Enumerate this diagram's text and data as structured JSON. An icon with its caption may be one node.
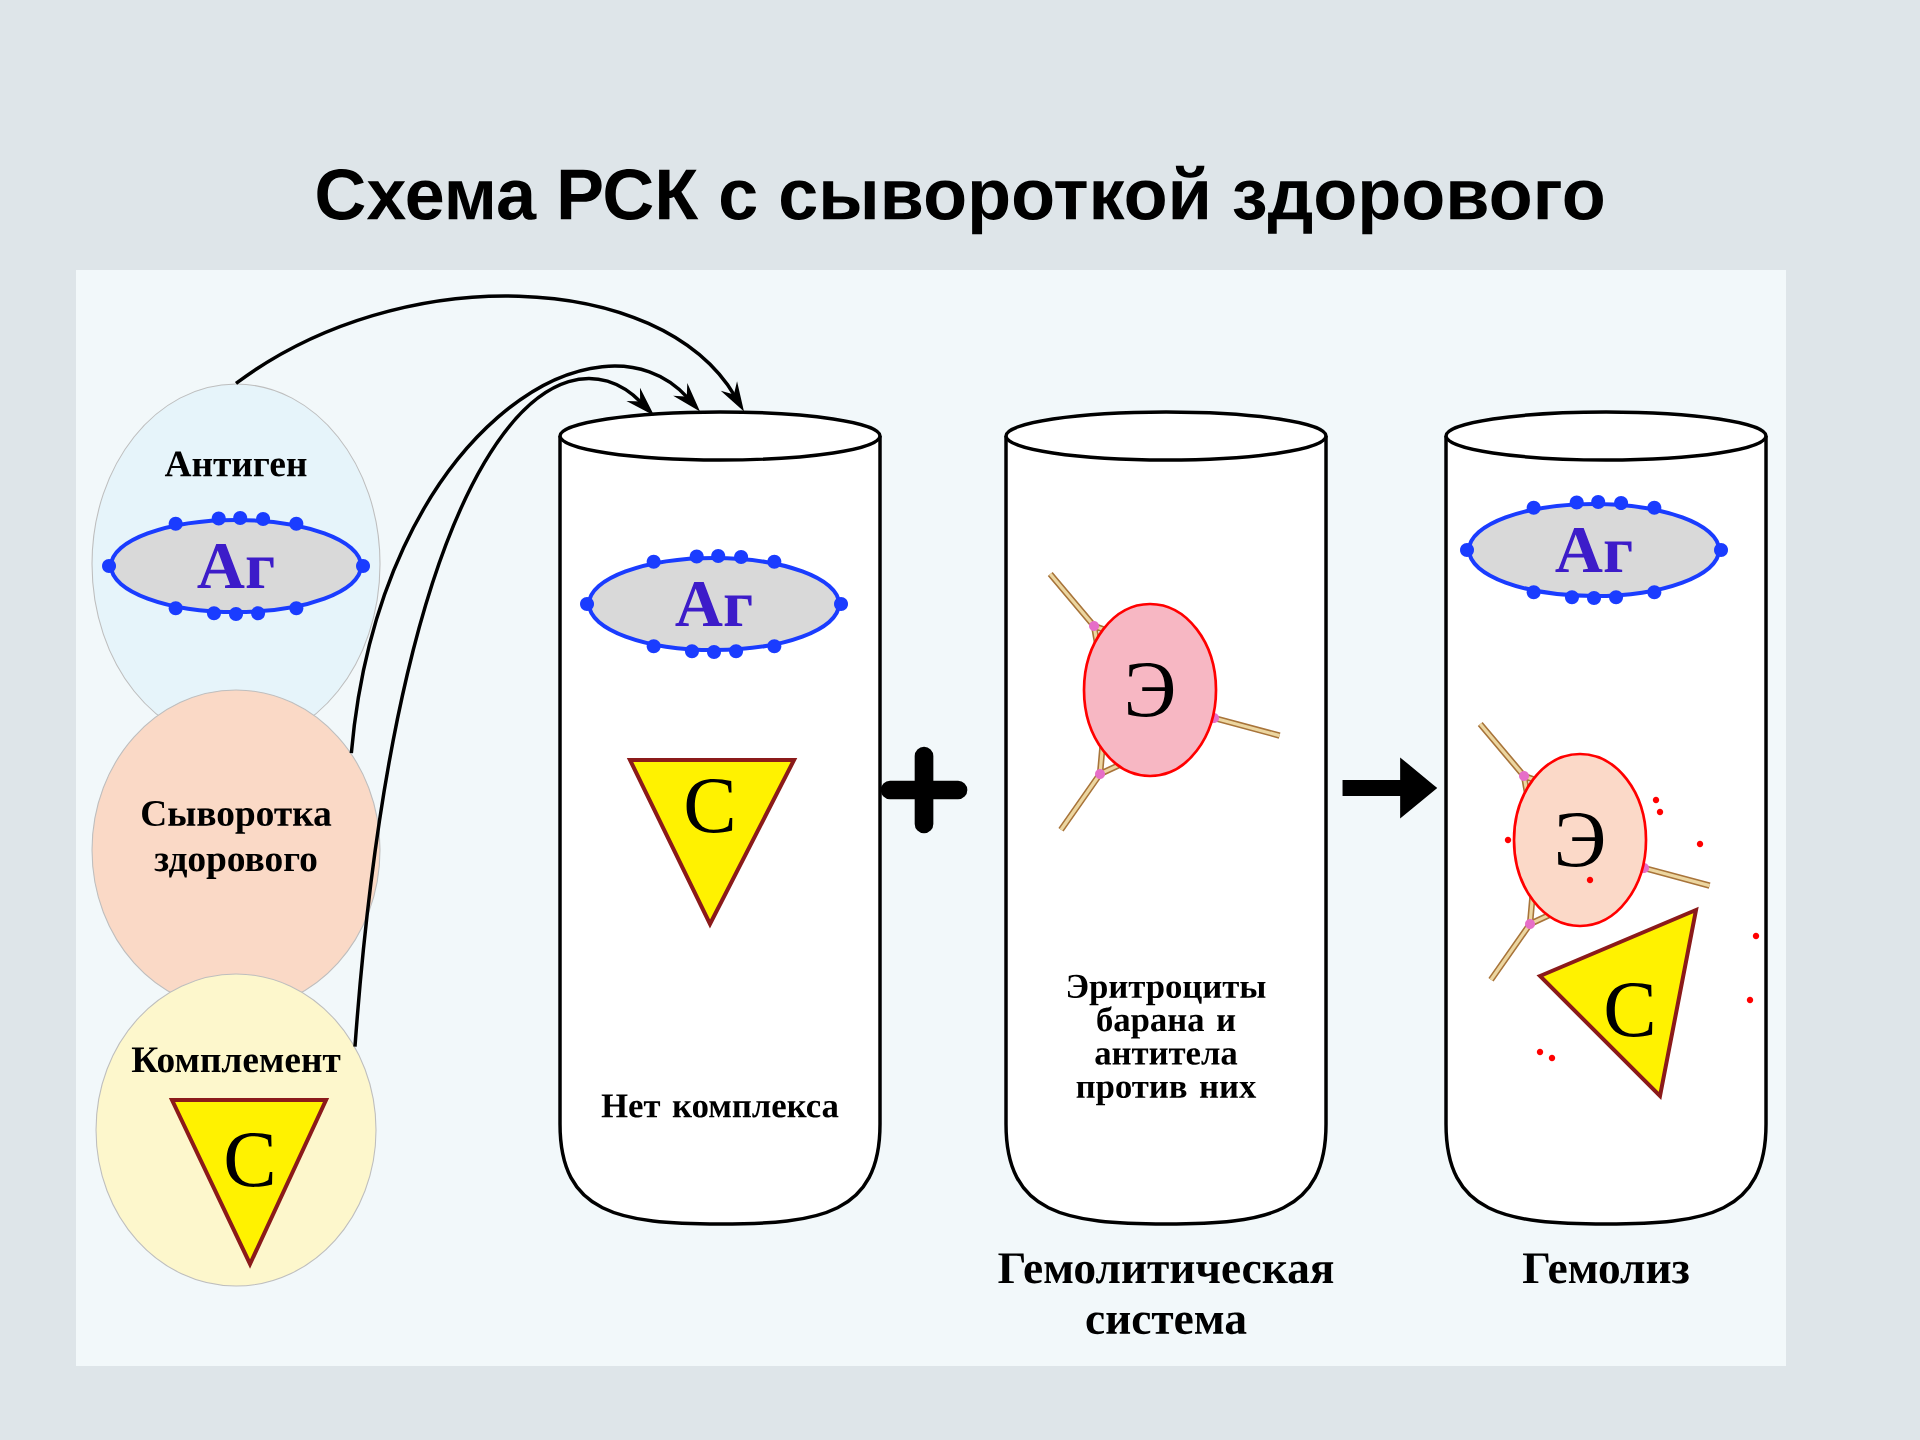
{
  "diagram": {
    "title": "Схема РСК с сывороткой здорового",
    "nodes": [
      {
        "text": [
          "Антиген"
        ]
      },
      {
        "text": [
          "Аг"
        ],
        "in": 0
      },
      {
        "text": [
          "Сыворотка здорового"
        ]
      },
      {
        "text": [
          "Комплемент"
        ]
      },
      {
        "text": [
          "С"
        ],
        "in": 3
      },
      {
        "text": [
          "Нет комплекса"
        ]
      },
      {
        "text": [
          "Аг"
        ],
        "in": 5
      },
      {
        "text": [
          "С"
        ],
        "in": 5
      },
      {
        "text": [
          "Эритроциты барана и антитела против них"
        ],
        "beside": [
          "Гемолитическая система"
        ]
      },
      {
        "text": [
          "Э"
        ],
        "in": 8
      },
      {
        "text": [],
        "shape": "cylinder",
        "beside": [
          "Гемолиз"
        ]
      },
      {
        "text": [
          "Аг"
        ],
        "in": 10
      },
      {
        "text": [
          "Э"
        ],
        "in": 10
      },
      {
        "text": [
          "С"
        ],
        "in": 10
      }
    ],
    "edges": [
      {
        "from": 0,
        "to": 5,
        "arrow": "to"
      },
      {
        "from": 2,
        "to": 5,
        "arrow": "to"
      },
      {
        "from": 3,
        "to": 5,
        "arrow": "to"
      },
      {
        "from": 8,
        "to": 10,
        "arrow": "to",
        "style": "thick"
      }
    ]
  }
}
